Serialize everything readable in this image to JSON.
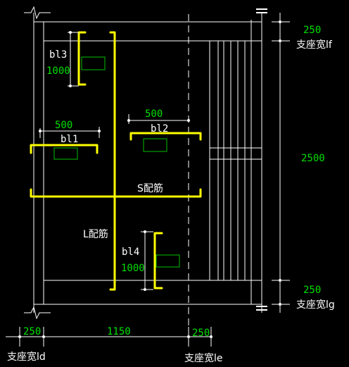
{
  "colors": {
    "background": "#000000",
    "line": "#ffffff",
    "rebar": "#ffff00",
    "dimension_text": "#00e000",
    "marker": "#00c000"
  },
  "labels": {
    "bl13": "bl3",
    "bl13_len": "1000",
    "bl11_len": "500",
    "bl11": "bl1",
    "bl12_len": "500",
    "bl12": "bl2",
    "s_rebar": "S配筋",
    "l_rebar": "L配筋",
    "bl14": "bl4",
    "bl14_len": "1000"
  },
  "dimensions": {
    "right_top": "250",
    "right_top_label": "支座宽lf",
    "right_mid": "2500",
    "right_bottom": "250",
    "right_bottom_label": "支座宽lg",
    "bottom_left": "250",
    "bottom_mid": "1150",
    "bottom_right": "250",
    "bottom_left_label": "支座宽ld",
    "bottom_right_label": "支座宽le"
  }
}
